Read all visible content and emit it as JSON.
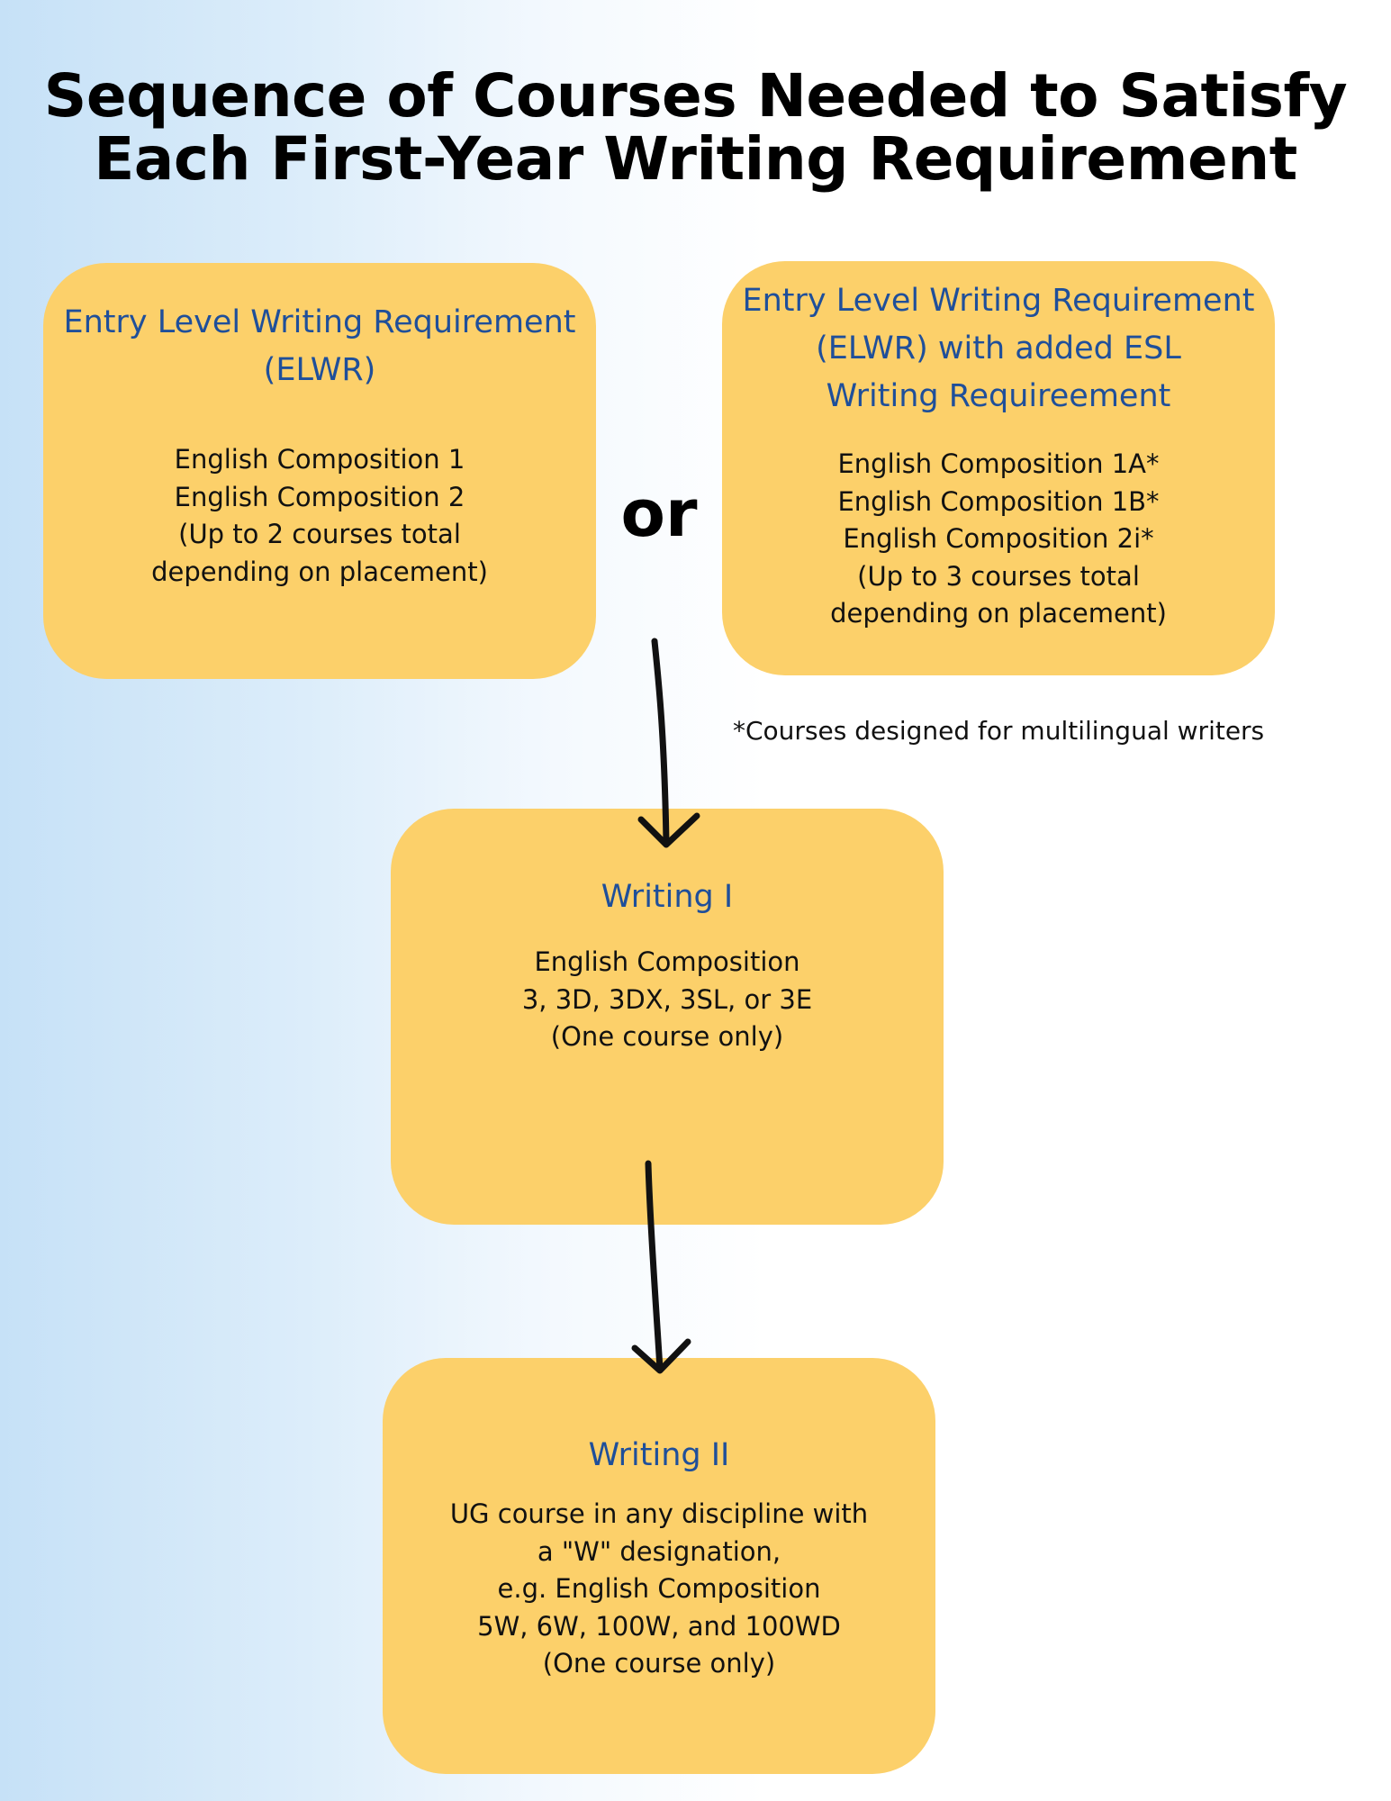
{
  "title": {
    "line1": "Sequence of Courses Needed to Satisfy",
    "line2": "Each First-Year Writing Requirement"
  },
  "elwr": {
    "heading": [
      "Entry Level Writing Requirement",
      "(ELWR)"
    ],
    "body": [
      "English Composition 1",
      "English Composition 2",
      "(Up to 2 courses total",
      "depending on placement)"
    ]
  },
  "or_label": "or",
  "esl": {
    "heading": [
      "Entry Level Writing Requirement",
      "(ELWR) with added ESL",
      "Writing Requireement"
    ],
    "body": [
      "English Composition 1A*",
      "English Composition 1B*",
      "English Composition 2i*",
      "(Up to 3 courses total",
      "depending on placement)"
    ]
  },
  "footnote": "*Courses designed for multilingual writers",
  "writing1": {
    "heading": [
      "Writing I"
    ],
    "body": [
      "English Composition",
      "3, 3D, 3DX, 3SL, or 3E",
      "(One course only)"
    ]
  },
  "writing2": {
    "heading": [
      "Writing II"
    ],
    "body": [
      "UG course in any discipline with",
      "a \"W\" designation,",
      "e.g. English Composition",
      "5W, 6W, 100W, and 100WD",
      "(One course only)"
    ]
  },
  "colors": {
    "box_fill": "#fcd06a",
    "heading_text": "#1f4f9a",
    "body_text": "#111111",
    "background_left": "#c6e1f7",
    "background_right": "#ffffff"
  },
  "icons": [
    "arrow-down-icon"
  ]
}
